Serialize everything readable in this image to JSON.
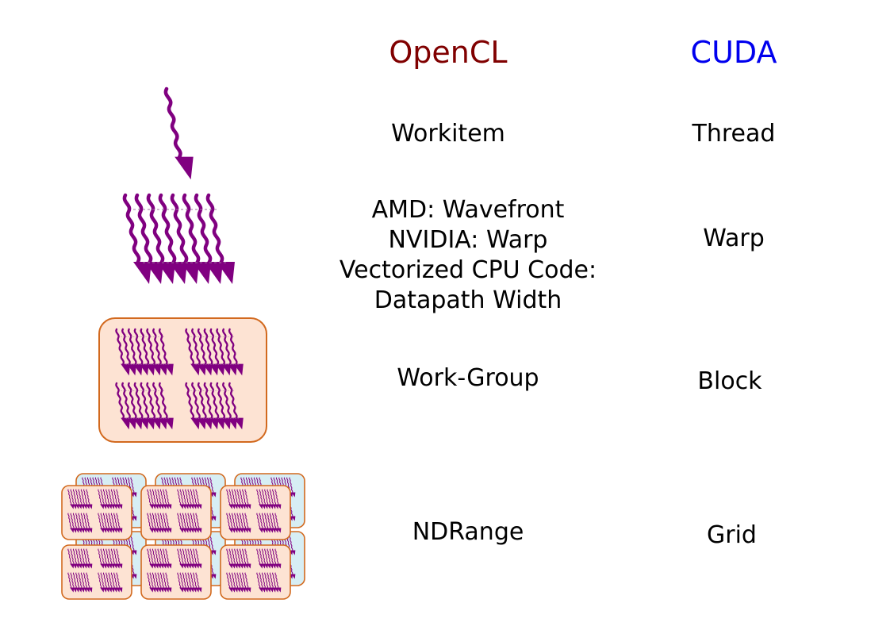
{
  "headers": {
    "opencl": "OpenCL",
    "cuda": "CUDA"
  },
  "colors": {
    "opencl": "#800000",
    "cuda": "#0000ee",
    "thread": "#800080",
    "group_fill": "#fde3d3",
    "group_stroke": "#d2691e",
    "back_fill": "#d7eef4"
  },
  "rows": [
    {
      "opencl": [
        "Workitem"
      ],
      "cuda": "Thread",
      "icon": "single-thread-icon"
    },
    {
      "opencl": [
        "AMD: Wavefront",
        "NVIDIA: Warp",
        "Vectorized CPU Code:",
        "Datapath Width"
      ],
      "cuda": "Warp",
      "icon": "warp-icon"
    },
    {
      "opencl": [
        "Work-Group"
      ],
      "cuda": "Block",
      "icon": "work-group-icon"
    },
    {
      "opencl": [
        "NDRange"
      ],
      "cuda": "Grid",
      "icon": "ndrange-icon"
    }
  ]
}
